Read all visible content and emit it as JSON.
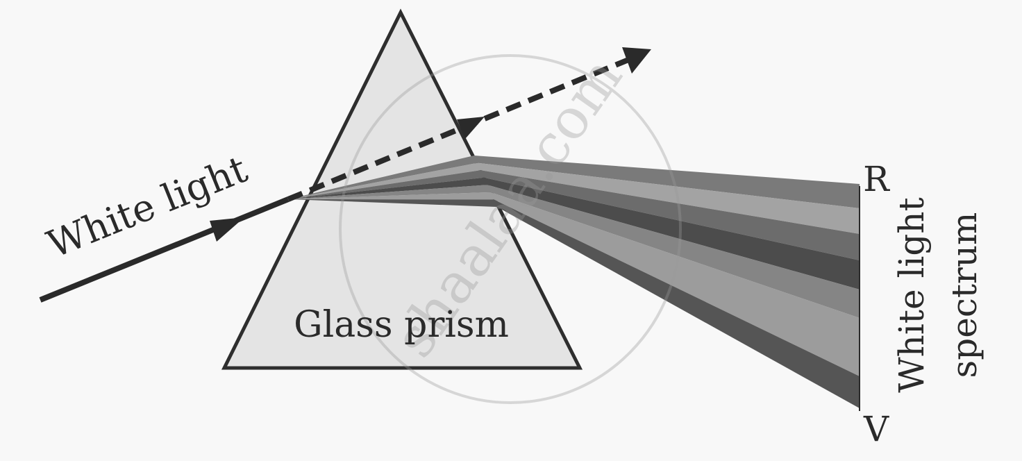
{
  "labels": {
    "incident": "White light",
    "prism": "Glass prism",
    "red_end": "R",
    "violet_end": "V",
    "spectrum_line1": "White light",
    "spectrum_line2": "spectrum"
  },
  "watermark": "shaalaa.com",
  "colors": {
    "prism_fill": "#e4e4e4",
    "outline": "#2e2e2e",
    "bands": [
      "#7a7a7a",
      "#a3a3a3",
      "#6c6c6c",
      "#4c4c4c",
      "#858585",
      "#9c9c9c",
      "#555555"
    ]
  }
}
